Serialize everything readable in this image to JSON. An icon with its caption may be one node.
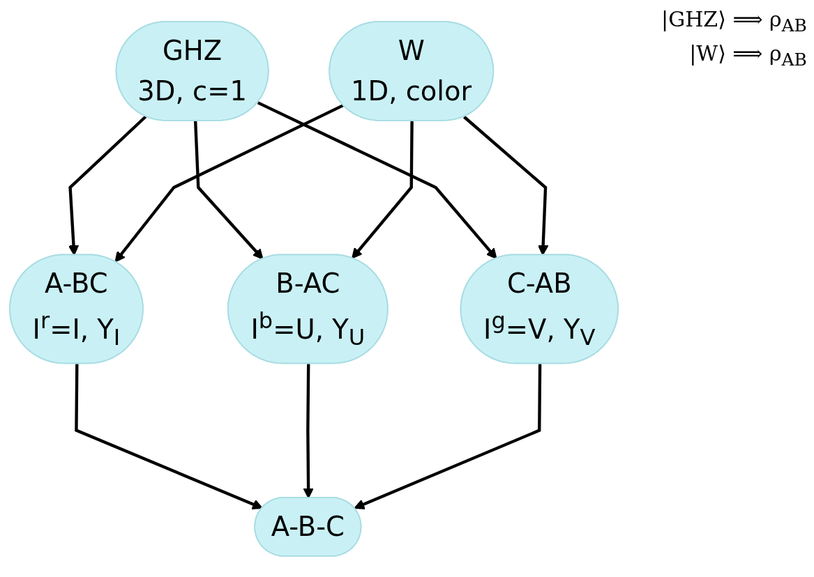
{
  "diagram": {
    "nodes": [
      {
        "text": [
          "GHZ",
          "3D, c=1"
        ]
      },
      {
        "text": [
          "W",
          "1D, color"
        ]
      },
      {
        "text": [
          "A-BC",
          "I$^{r}$=I, Y$_{I}$"
        ]
      },
      {
        "text": [
          "B-AC",
          "I$^{b}$=U, Y$_{U}$"
        ]
      },
      {
        "text": [
          "C-AB",
          "I$^{g}$=V, Y$_{V}$"
        ]
      },
      {
        "text": [
          "A-B-C"
        ]
      }
    ],
    "edges": [
      {
        "from": 0,
        "to": 2,
        "arrow": "to"
      },
      {
        "from": 0,
        "to": 3,
        "arrow": "to"
      },
      {
        "from": 0,
        "to": 4,
        "arrow": "to"
      },
      {
        "from": 1,
        "to": 2,
        "arrow": "to"
      },
      {
        "from": 1,
        "to": 3,
        "arrow": "to"
      },
      {
        "from": 1,
        "to": 4,
        "arrow": "to"
      },
      {
        "from": 2,
        "to": 5,
        "arrow": "to"
      },
      {
        "from": 3,
        "to": 5,
        "arrow": "to"
      },
      {
        "from": 4,
        "to": 5,
        "arrow": "to"
      }
    ],
    "labels": [
      "|GHZ⟩ ⟹ ρ$_{AB}$",
      "|W⟩ ⟹ ρ$_{AB}$"
    ]
  }
}
